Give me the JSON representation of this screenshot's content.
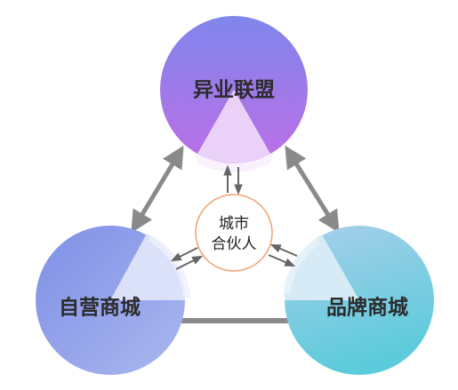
{
  "nodes": {
    "top": {
      "label": "异业联盟"
    },
    "left": {
      "label": "自营商城"
    },
    "right": {
      "label": "品牌商城"
    },
    "center": {
      "line1": "城市",
      "line2": "合伙人"
    }
  },
  "colors": {
    "top_start": "#7f86ea",
    "top_end": "#bd6ee8",
    "left_start": "#7f8fe6",
    "left_end": "#a9b6ee",
    "right_start": "#a7cdea",
    "right_end": "#5fcbdc",
    "center_border": "#f0a070",
    "arrow": "#8a8a8a"
  }
}
